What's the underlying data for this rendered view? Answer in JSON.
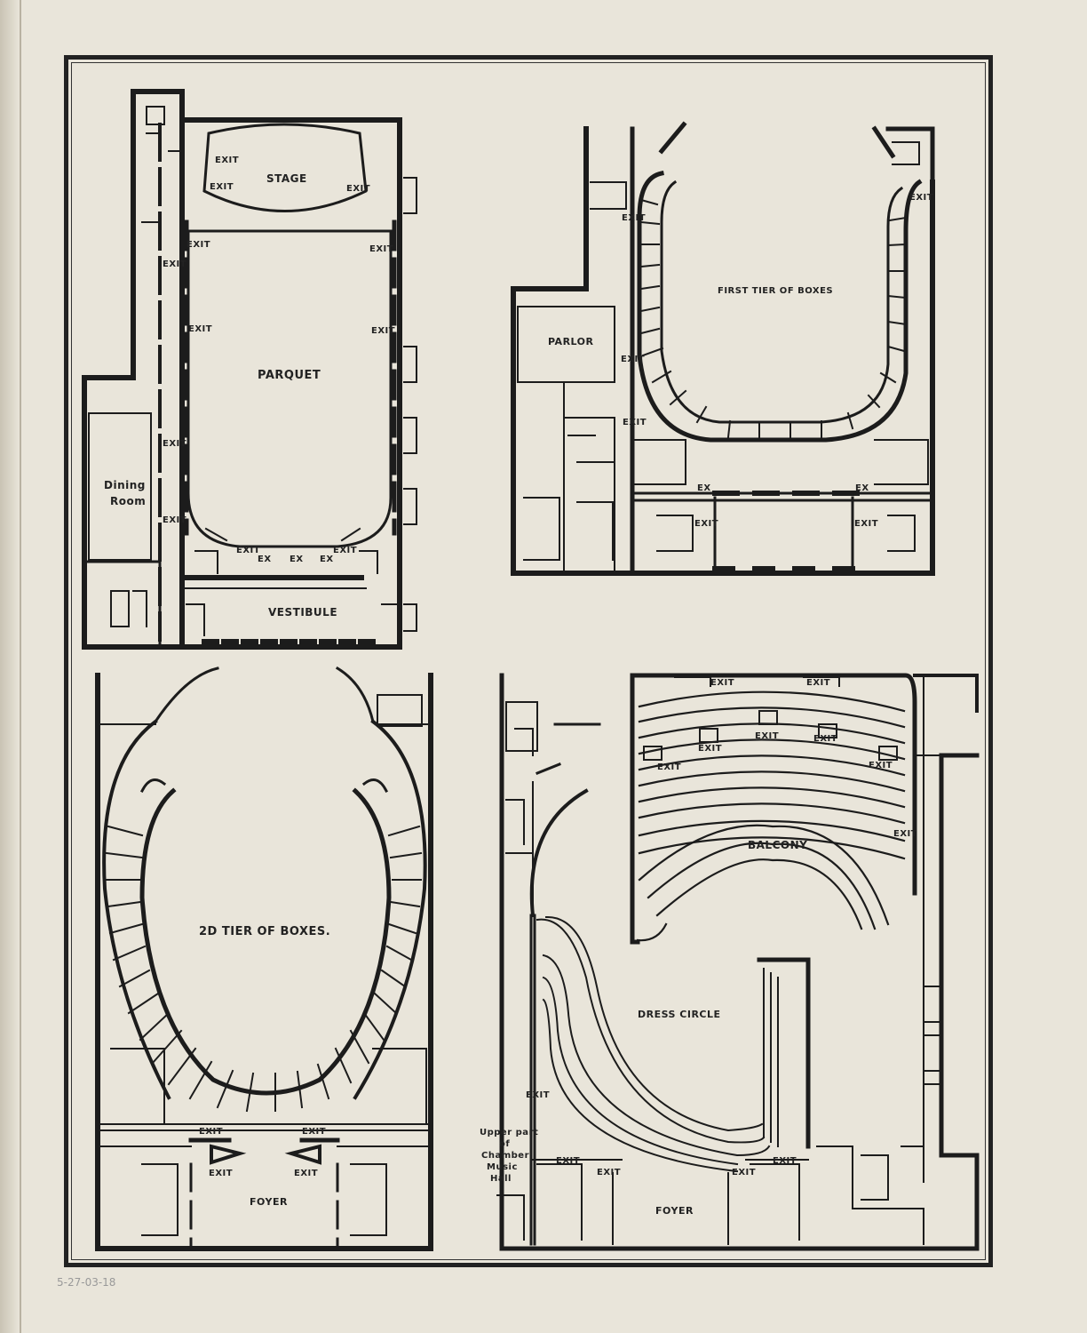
{
  "plans": {
    "parquet": {
      "stage": "STAGE",
      "parquet": "PARQUET",
      "dining": "Dining",
      "room": "Room",
      "vestibule": "VESTIBULE",
      "exit": "EXIT",
      "ex": "EX"
    },
    "first_tier": {
      "title": "FIRST TIER OF BOXES",
      "parlor": "PARLOR",
      "exit": "EXIT",
      "ex": "EX"
    },
    "second_tier": {
      "title": "2D TIER OF BOXES.",
      "foyer": "FOYER",
      "exit": "EXIT"
    },
    "balcony": {
      "balcony": "BALCONY",
      "dress_circle": "DRESS CIRCLE",
      "foyer": "FOYER",
      "exit": "EXIT",
      "upper1": "Upper part",
      "upper2": "of",
      "upper3": "Chamber",
      "upper4": "Music",
      "upper5": "Hall"
    }
  },
  "annotation": "5-27-03-18"
}
